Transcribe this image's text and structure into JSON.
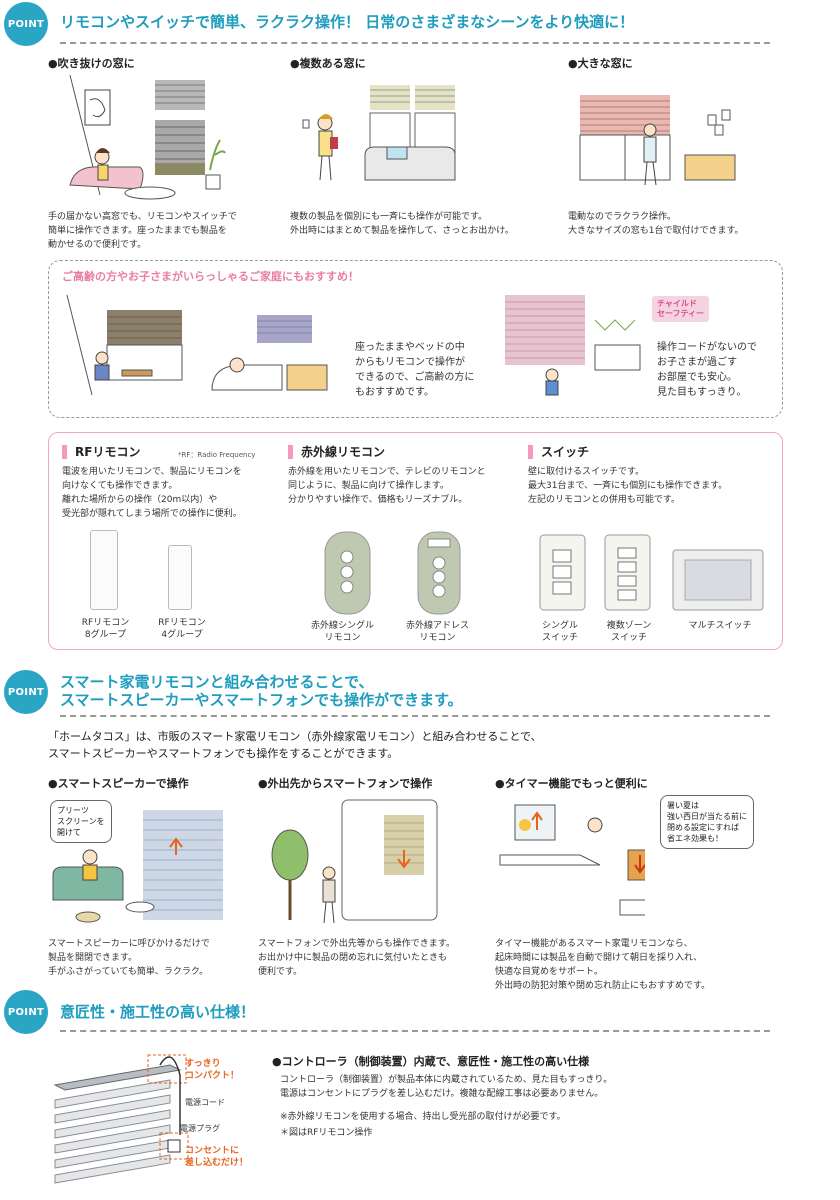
{
  "section1": {
    "badge": "POINT",
    "title": "リモコンやスイッチで簡単、ラクラク操作！ 日常のさまざまなシーンをより快適に！",
    "scenes": [
      {
        "heading": "●吹き抜けの窓に",
        "desc": "手の届かない高窓でも、リモコンやスイッチで\n簡単に操作できます。座ったままでも製品を\n動かせるので便利です。"
      },
      {
        "heading": "●複数ある窓に",
        "desc": "複数の製品を個別にも一斉にも操作が可能です。\n外出時にはまとめて製品を操作して、さっとお出かけ。"
      },
      {
        "heading": "●大きな窓に",
        "desc": "電動なのでラクラク操作。\n大きなサイズの窓も1台で取付けできます。"
      }
    ],
    "recommend": {
      "title": "ご高齢の方やお子さまがいらっしゃるご家庭にもおすすめ！",
      "elderly_text": "座ったままやベッドの中\nからもリモコンで操作が\nできるので、ご高齢の方に\nもおすすめです。",
      "child_tag": "チャイルド\nセーフティー",
      "child_text": "操作コードがないので\nお子さまが過ごす\nお部屋でも安心。\n見た目もすっきり。"
    },
    "controllers": [
      {
        "title": "RFリモコン",
        "note": "*RF：Radio Frequency",
        "desc": "電波を用いたリモコンで、製品にリモコンを\n向けなくても操作できます。\n離れた場所からの操作（20m以内）や\n受光部が隠れてしまう場所での操作に便利。",
        "items": [
          "RFリモコン\n8グループ",
          "RFリモコン\n4グループ"
        ]
      },
      {
        "title": "赤外線リモコン",
        "desc": "赤外線を用いたリモコンで、テレビのリモコンと\n同じように、製品に向けて操作します。\n分かりやすい操作で、価格もリーズナブル。",
        "items": [
          "赤外線シングル\nリモコン",
          "赤外線アドレス\nリモコン"
        ]
      },
      {
        "title": "スイッチ",
        "desc": "壁に取付けるスイッチです。\n最大31台まで、一斉にも個別にも操作できます。\n左記のリモコンとの併用も可能です。",
        "items": [
          "シングル\nスイッチ",
          "複数ゾーン\nスイッチ",
          "マルチスイッチ"
        ]
      }
    ]
  },
  "section2": {
    "badge": "POINT",
    "title_line1": "スマート家電リモコンと組み合わせることで、",
    "title_line2": "スマートスピーカーやスマートフォンでも操作ができます。",
    "intro_line1": "「ホームタコス」は、市販のスマート家電リモコン（赤外線家電リモコン）と組み合わせることで、",
    "intro_line2": "スマートスピーカーやスマートフォンでも操作をすることができます。",
    "features": [
      {
        "heading": "●スマートスピーカーで操作",
        "bubble": "プリーツ\nスクリーンを\n開けて",
        "desc": "スマートスピーカーに呼びかけるだけで\n製品を開閉できます。\n手がふさがっていても簡単、ラクラク。"
      },
      {
        "heading": "●外出先からスマートフォンで操作",
        "desc": "スマートフォンで外出先等からも操作できます。\nお出かけ中に製品の閉め忘れに気付いたときも\n便利です。"
      },
      {
        "heading": "●タイマー機能でもっと便利に",
        "bubble": "暑い夏は\n強い西日が当たる前に\n閉める設定にすれば\n省エネ効果も！",
        "desc": "タイマー機能があるスマート家電リモコンなら、\n起床時間には製品を自動で開けて朝日を採り入れ、\n快適な目覚めをサポート。\n外出時の防犯対策や閉め忘れ防止にもおすすめです。"
      }
    ]
  },
  "section3": {
    "badge": "POINT",
    "title": "意匠性・施工性の高い仕様！",
    "label_compact": "すっきり\nコンパクト！",
    "label_cord": "電源コード",
    "label_plug": "電源プラグ",
    "label_outlet": "コンセントに\n差し込むだけ！",
    "heading": "●コントローラ（制御装置）内蔵で、意匠性・施工性の高い仕様",
    "desc": "コントローラ（制御装置）が製品本体に内蔵されているため、見た目もすっきり。\n電源はコンセントにプラグを差し込むだけ。複雑な配線工事は必要ありません。",
    "notes": [
      "※赤外線リモコンを使用する場合、持出し受光部の取付けが必要です。",
      "＊図はRFリモコン操作"
    ]
  }
}
